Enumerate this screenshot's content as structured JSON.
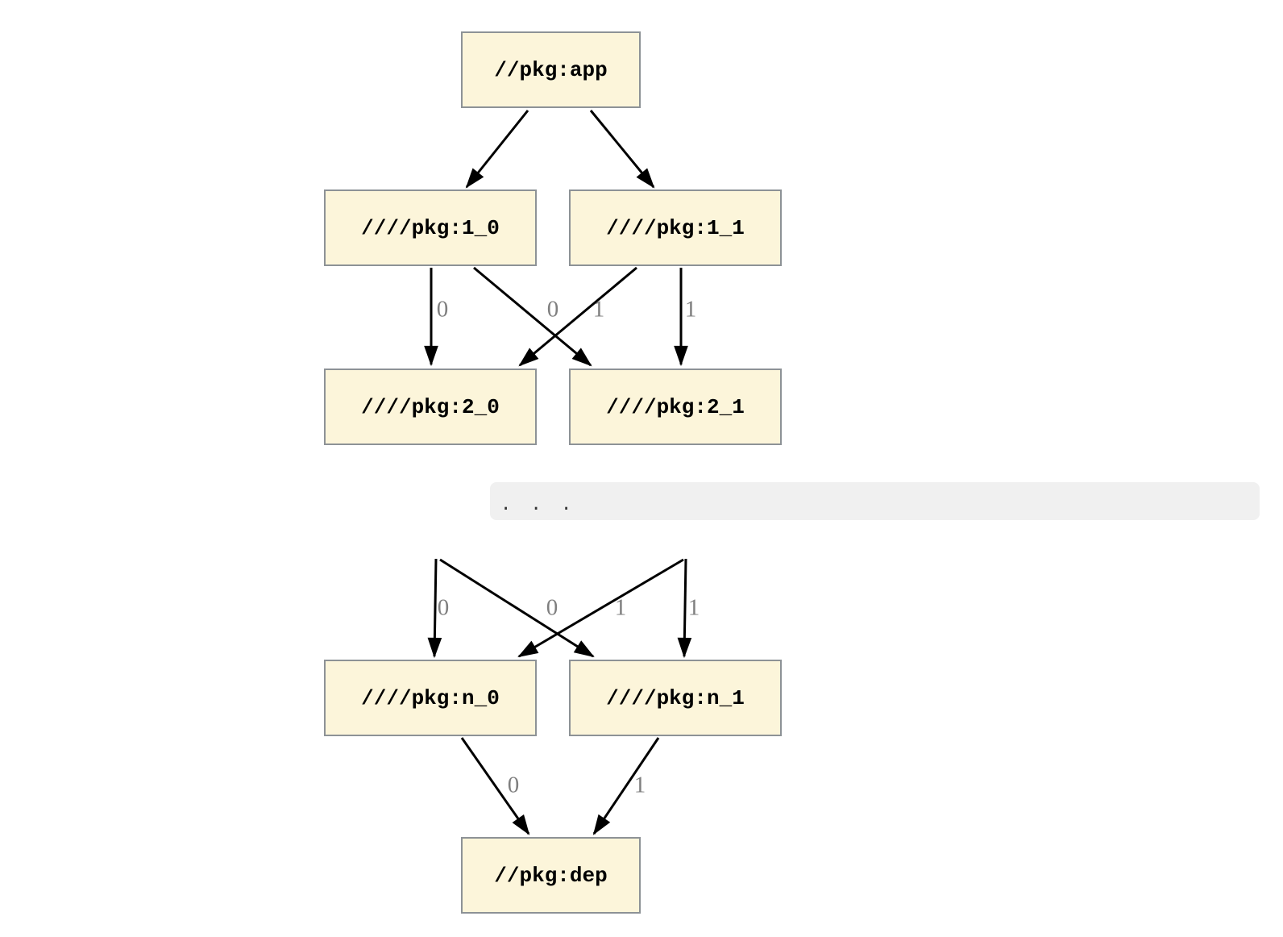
{
  "graph": {
    "nodes": {
      "app": {
        "label": "//pkg:app"
      },
      "v1_0": {
        "label": "////pkg:1_0"
      },
      "v1_1": {
        "label": "////pkg:1_1"
      },
      "v2_0": {
        "label": "////pkg:2_0"
      },
      "v2_1": {
        "label": "////pkg:2_1"
      },
      "vn_0": {
        "label": "////pkg:n_0"
      },
      "vn_1": {
        "label": "////pkg:n_1"
      },
      "dep": {
        "label": "//pkg:dep"
      }
    },
    "ellipsis": ". . .",
    "edges": [
      {
        "from": "//pkg:app",
        "to": "////pkg:1_0"
      },
      {
        "from": "//pkg:app",
        "to": "////pkg:1_1"
      },
      {
        "from": "////pkg:1_0",
        "to": "////pkg:2_0",
        "label": "0"
      },
      {
        "from": "////pkg:1_1",
        "to": "////pkg:2_0",
        "label": "0"
      },
      {
        "from": "////pkg:1_0",
        "to": "////pkg:2_1",
        "label": "1"
      },
      {
        "from": "////pkg:1_1",
        "to": "////pkg:2_1",
        "label": "1"
      },
      {
        "from": "...",
        "to": "////pkg:n_0",
        "label": "0"
      },
      {
        "from": "...",
        "to": "////pkg:n_0",
        "label": "0"
      },
      {
        "from": "...",
        "to": "////pkg:n_1",
        "label": "1"
      },
      {
        "from": "...",
        "to": "////pkg:n_1",
        "label": "1"
      },
      {
        "from": "////pkg:n_0",
        "to": "//pkg:dep",
        "label": "0"
      },
      {
        "from": "////pkg:n_1",
        "to": "//pkg:dep",
        "label": "1"
      }
    ],
    "colors": {
      "node_fill": "#FCF5DA",
      "node_border": "#8D9296",
      "edge": "#000000",
      "edge_label_text": "#7F7F7F",
      "ellipsis_band_bg": "#F0F0F0",
      "ellipsis_dots": "#333333"
    }
  }
}
